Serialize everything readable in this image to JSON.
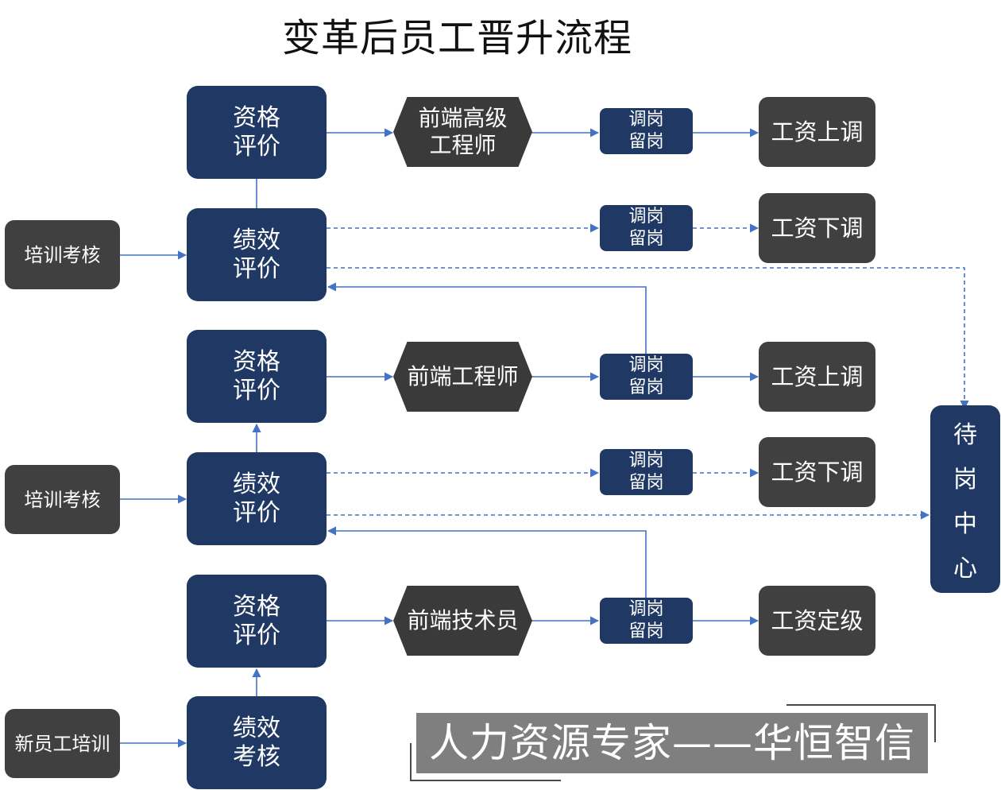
{
  "title": "变革后员工晋升流程",
  "tiers": [
    {
      "qual": [
        "资格",
        "评价"
      ],
      "position": [
        "前端高级",
        "工程师"
      ],
      "transfer_up": [
        "调岗",
        "留岗"
      ],
      "salary_up": "工资上调",
      "perf": [
        "绩效",
        "评价"
      ],
      "training": "培训考核",
      "transfer_down": [
        "调岗",
        "留岗"
      ],
      "salary_down": "工资下调"
    },
    {
      "qual": [
        "资格",
        "评价"
      ],
      "position": [
        "前端工程师"
      ],
      "transfer_up": [
        "调岗",
        "留岗"
      ],
      "salary_up": "工资上调",
      "perf": [
        "绩效",
        "评价"
      ],
      "training": "培训考核",
      "transfer_down": [
        "调岗",
        "留岗"
      ],
      "salary_down": "工资下调"
    },
    {
      "qual": [
        "资格",
        "评价"
      ],
      "position": [
        "前端技术员"
      ],
      "transfer_up": [
        "调岗",
        "留岗"
      ],
      "salary_up": "工资定级",
      "perf": [
        "绩效",
        "考核"
      ],
      "training": "新员工培训"
    }
  ],
  "standby": [
    "待",
    "岗",
    "中",
    "心"
  ],
  "banner": "人力资源专家——华恒智信",
  "colors": {
    "node_blue": "#1f3864",
    "node_gray": "#404040",
    "connector": "#4472c4",
    "banner": "#7f7f7f"
  }
}
